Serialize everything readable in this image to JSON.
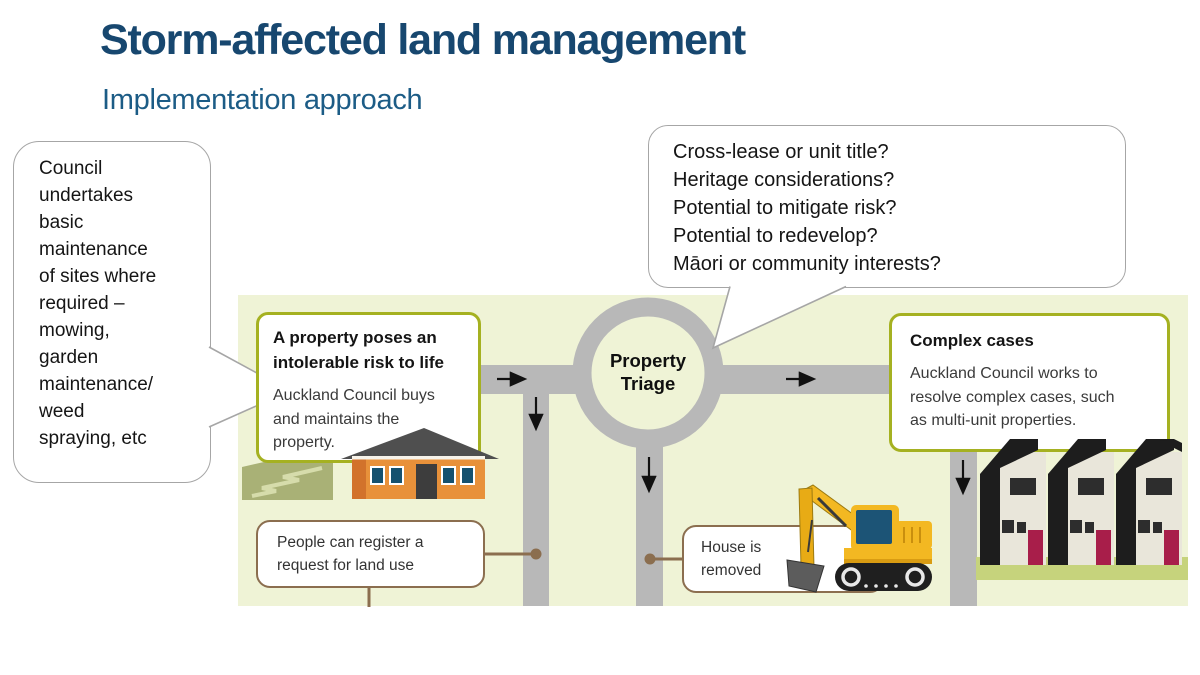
{
  "slide": {
    "title": "Storm-affected land management",
    "subtitle": "Implementation approach"
  },
  "left_bubble": {
    "lines": [
      "Council",
      "undertakes",
      "basic",
      "maintenance",
      "of sites where",
      "required –",
      "mowing,",
      "garden",
      "maintenance/",
      "weed",
      "spraying, etc"
    ]
  },
  "top_bubble": {
    "lines": [
      "Cross-lease or unit title?",
      "Heritage considerations?",
      "Potential to mitigate risk?",
      "Potential to redevelop?",
      "Māori or community interests?"
    ]
  },
  "roundabout": {
    "label_line1": "Property",
    "label_line2": "Triage"
  },
  "boxes": {
    "intolerable": {
      "heading_lines": [
        "A property poses an",
        "intolerable risk to life"
      ],
      "body_lines": [
        "Auckland Council buys",
        "and maintains the",
        "property."
      ]
    },
    "complex": {
      "heading": "Complex cases",
      "body_lines": [
        "Auckland Council works to",
        "resolve complex cases, such",
        "as multi-unit properties."
      ]
    },
    "register": {
      "lines": [
        "People can register a",
        "request for land use"
      ]
    },
    "removed": {
      "lines": [
        "House is",
        "removed"
      ]
    }
  },
  "icons": {
    "roundabout": "roundabout-ring-icon",
    "arrows": "flow-arrow-icon",
    "house": "orange-house-icon",
    "townhouses": "townhouses-icon",
    "excavator": "excavator-icon",
    "grass": "grass-icon"
  },
  "colors": {
    "title_navy": "#17476f",
    "subtitle_blue": "#1c5c86",
    "panel_background": "#eff3d6",
    "road_gray": "#b8b8b8",
    "olive_box_border": "#a5b121",
    "brown_connector": "#8b6e4f",
    "bubble_border": "#a6a6a6",
    "house_orange": "#e8913a",
    "window_blue": "#15516f",
    "townhouse_black": "#1d1d1d",
    "door_red": "#a81e4a",
    "excavator_yellow": "#f3b822",
    "cab_window_blue": "#1c5476",
    "grass_strip_green": "#c6d37c",
    "arrow_black": "#111111"
  }
}
